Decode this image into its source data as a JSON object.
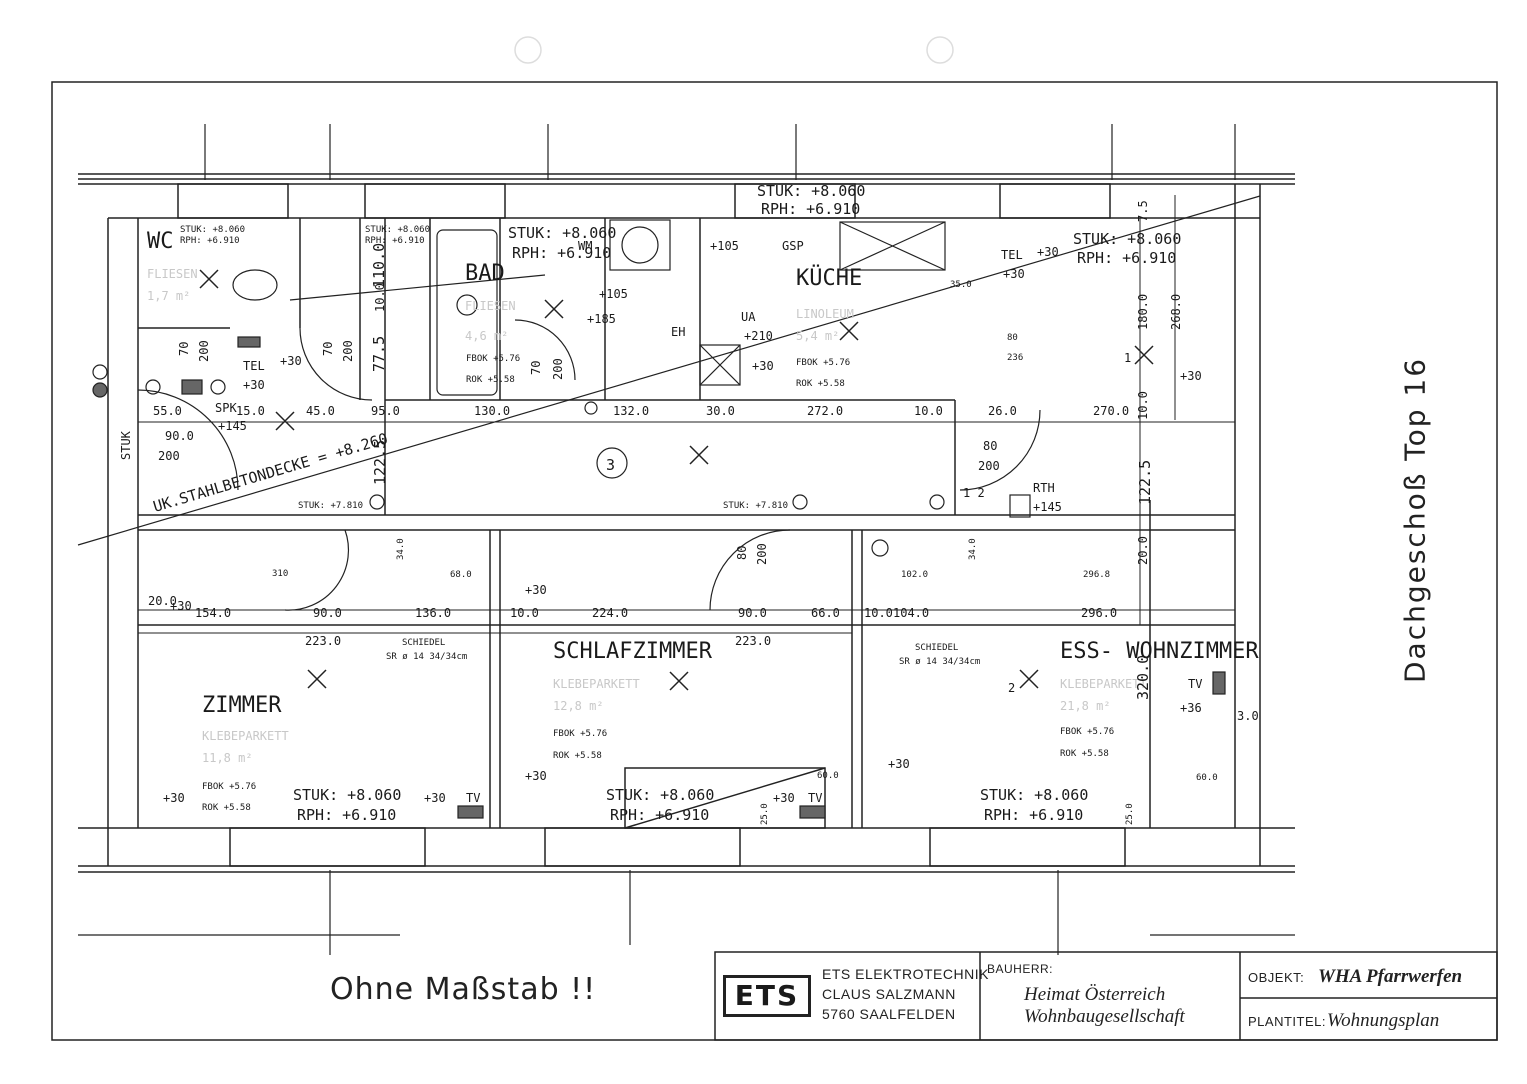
{
  "title": {
    "side": "Dachgeschoß   Top 16",
    "scale_note": "Ohne Maßstab !!"
  },
  "title_block": {
    "logo": "ETS",
    "company_lines": [
      "ETS ELEKTROTECHNIK",
      "CLAUS SALZMANN",
      "5760 SAALFELDEN"
    ],
    "bauherr_label": "BAUHERR:",
    "bauherr_lines": [
      "Heimat Österreich",
      "Wohnbaugesellschaft"
    ],
    "objekt_label": "OBJEKT:",
    "objekt_value": "WHA Pfarrwerfen",
    "plantitel_label": "PLANTITEL:",
    "plantitel_value": "Wohnungsplan"
  },
  "rooms": [
    {
      "name": "WC",
      "floor": "FLIESEN",
      "area": "1,7 m²"
    },
    {
      "name": "BAD",
      "floor": "FLIESEN",
      "area": "4,6 m²"
    },
    {
      "name": "KÜCHE",
      "floor": "LINOLEUM",
      "area": "5,4 m²"
    },
    {
      "name": "ZIMMER",
      "floor": "KLEBEPARKETT",
      "area": "11,8 m²"
    },
    {
      "name": "SCHLAFZIMMER",
      "floor": "KLEBEPARKETT",
      "area": "12,8 m²"
    },
    {
      "name": "ESS- WOHNZIMMER",
      "floor": "KLEBEPARKETT",
      "area": "21,8 m²"
    }
  ],
  "level_notes": {
    "stuk": "STUK: +8.060",
    "rph": "RPH: +6.910",
    "stuk_hall": "STUK: +7.810",
    "fbok": "FBOK +5.76",
    "rok": "ROK +5.58",
    "ceiling": "UK.STAHLBETONDECKE = +8.260",
    "schiedel_1": "SCHIEDEL",
    "schiedel_2": "SR ø 14 34/34cm",
    "rth": "RTH",
    "rth_h": "+145",
    "stuk_wall": "STUK",
    "room_number": "3"
  },
  "symbols": {
    "tel": "TEL",
    "tv": "TV",
    "wm": "WM",
    "gsp": "GSP",
    "eh": "EH",
    "ua": "UA",
    "spk": "SPK",
    "plus30": "+30",
    "plus105": "+105",
    "plus185": "+185",
    "plus210": "+210",
    "plus145": "+145",
    "plus36": "+36",
    "p105": "+105",
    "one_two": "1  2",
    "two_x": "2",
    "one_x": "1"
  },
  "dimensions": {
    "d55": "55.0",
    "d15": "15.0",
    "d45": "45.0",
    "d95": "95.0",
    "d130": "130.0",
    "d132": "132.0",
    "d30": "30.0",
    "d272": "272.0",
    "d10": "10.0",
    "d26": "26.0",
    "d270": "270.0",
    "d1225": "122.5",
    "d154": "154.0",
    "d90": "90.0",
    "d136": "136.0",
    "d224": "224.0",
    "d66": "66.0",
    "d104": "104.0",
    "d296": "296.0",
    "d223": "223.0",
    "d320": "320.0",
    "d180": "180.0",
    "d268": "268.0",
    "d75": "7.5",
    "d20": "20.0",
    "d110": "110.0",
    "d775": "77.5",
    "d310": "310",
    "d680": "68.0",
    "d60": "60.0",
    "d3": "3.0",
    "d1020": "102.0",
    "d2968": "296.8",
    "d200": "200",
    "d80": "80",
    "d70": "70",
    "d340": "34.0",
    "d236": "236",
    "d250": "25.0",
    "d350": "35.0"
  }
}
